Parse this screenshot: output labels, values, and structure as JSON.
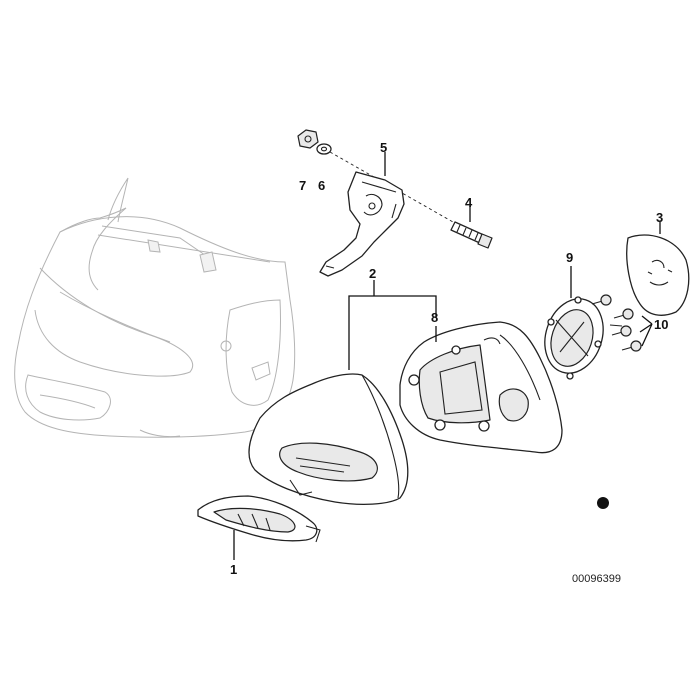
{
  "diagram": {
    "callouts": [
      {
        "id": "c1",
        "text": "1"
      },
      {
        "id": "c2",
        "text": "2"
      },
      {
        "id": "c3",
        "text": "3"
      },
      {
        "id": "c4",
        "text": "4"
      },
      {
        "id": "c5",
        "text": "5"
      },
      {
        "id": "c6",
        "text": "6"
      },
      {
        "id": "c7",
        "text": "7"
      },
      {
        "id": "c8",
        "text": "8"
      },
      {
        "id": "c9",
        "text": "9"
      },
      {
        "id": "c10",
        "text": "10"
      }
    ],
    "drawing_number": "00096399"
  }
}
